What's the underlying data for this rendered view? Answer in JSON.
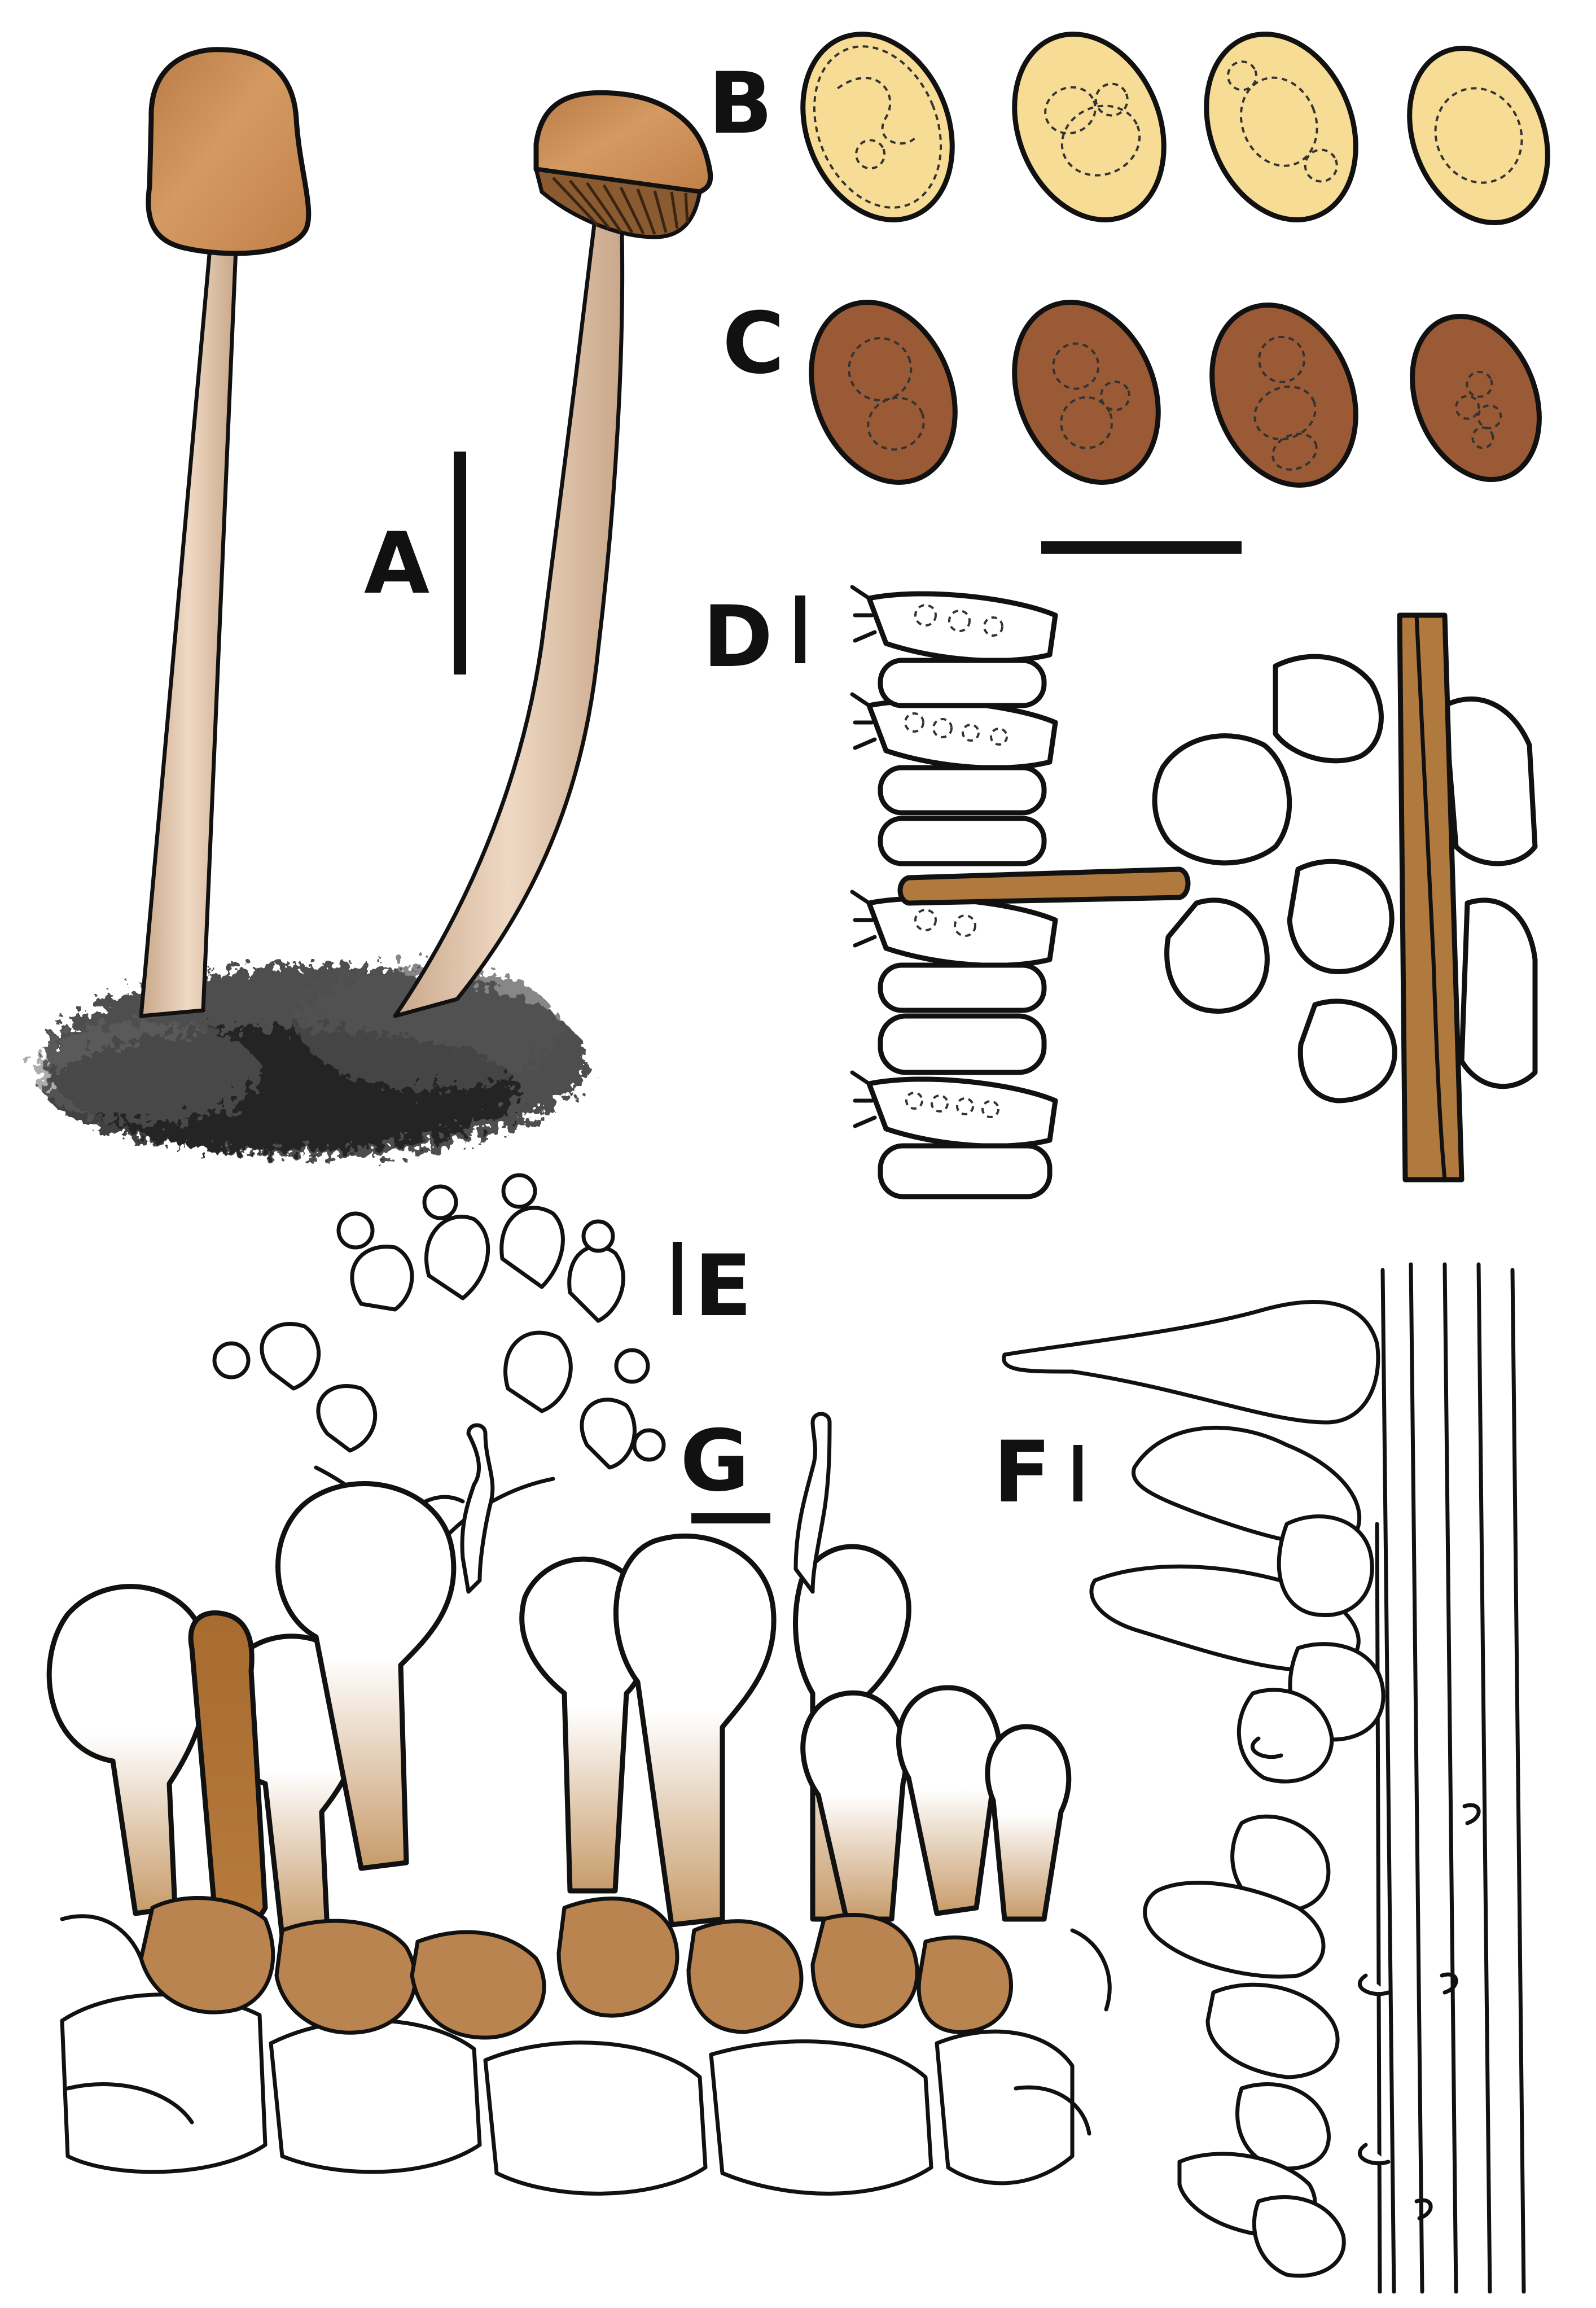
{
  "panels": {
    "a": "A",
    "b": "B",
    "c": "C",
    "d": "D",
    "e": "E",
    "f": "F",
    "g": "G"
  },
  "colors": {
    "cap": "#c98a4e",
    "stipe": "#e8cdb4",
    "spore_light": "#f7dc95",
    "spore_dark": "#9a5a35",
    "hypha_brown": "#b07a3e",
    "soil": "#2b2b2b"
  }
}
